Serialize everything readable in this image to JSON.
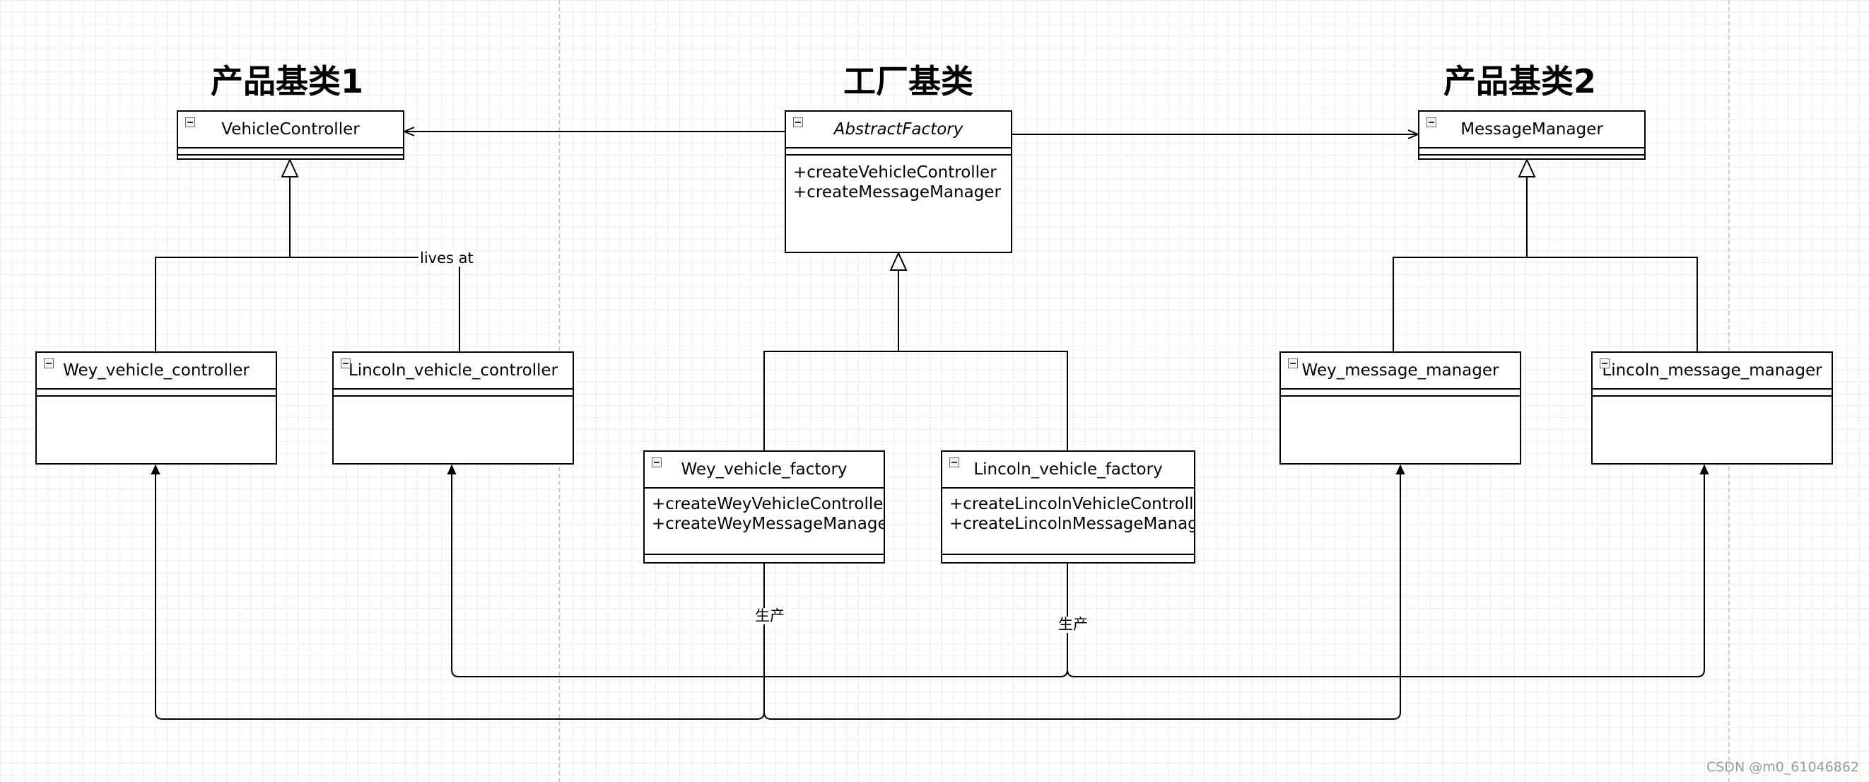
{
  "headings": {
    "product_base_1": "产品基类1",
    "factory_base": "工厂基类",
    "product_base_2": "产品基类2"
  },
  "classes": {
    "vehicle_controller": {
      "name": "VehicleController"
    },
    "abstract_factory": {
      "name": "AbstractFactory",
      "methods": [
        "+createVehicleController",
        "+createMessageManager"
      ]
    },
    "message_manager": {
      "name": "MessageManager"
    },
    "wey_vehicle_controller": {
      "name": "Wey_vehicle_controller"
    },
    "lincoln_vehicle_controller": {
      "name": "Lincoln_vehicle_controller"
    },
    "wey_vehicle_factory": {
      "name": "Wey_vehicle_factory",
      "methods": [
        "+createWeyVehicleController",
        "+createWeyMessageManager"
      ]
    },
    "lincoln_vehicle_factory": {
      "name": "Lincoln_vehicle_factory",
      "methods": [
        "+createLincolnVehicleController",
        "+createLincolnMessageManage"
      ]
    },
    "wey_message_manager": {
      "name": "Wey_message_manager"
    },
    "lincoln_message_manager": {
      "name": "Lincoln_message_manager"
    }
  },
  "connector_labels": {
    "lives_at": "lives at",
    "produce_wey": "生产",
    "produce_lincoln": "生产"
  },
  "watermark": "CSDN @m0_61046862",
  "colors": {
    "line": "#000000",
    "grid": "#ececec",
    "page_break": "#cfcfcf",
    "watermark": "#9a9a9a"
  },
  "icons": {
    "collapse": "minus-square-icon"
  }
}
